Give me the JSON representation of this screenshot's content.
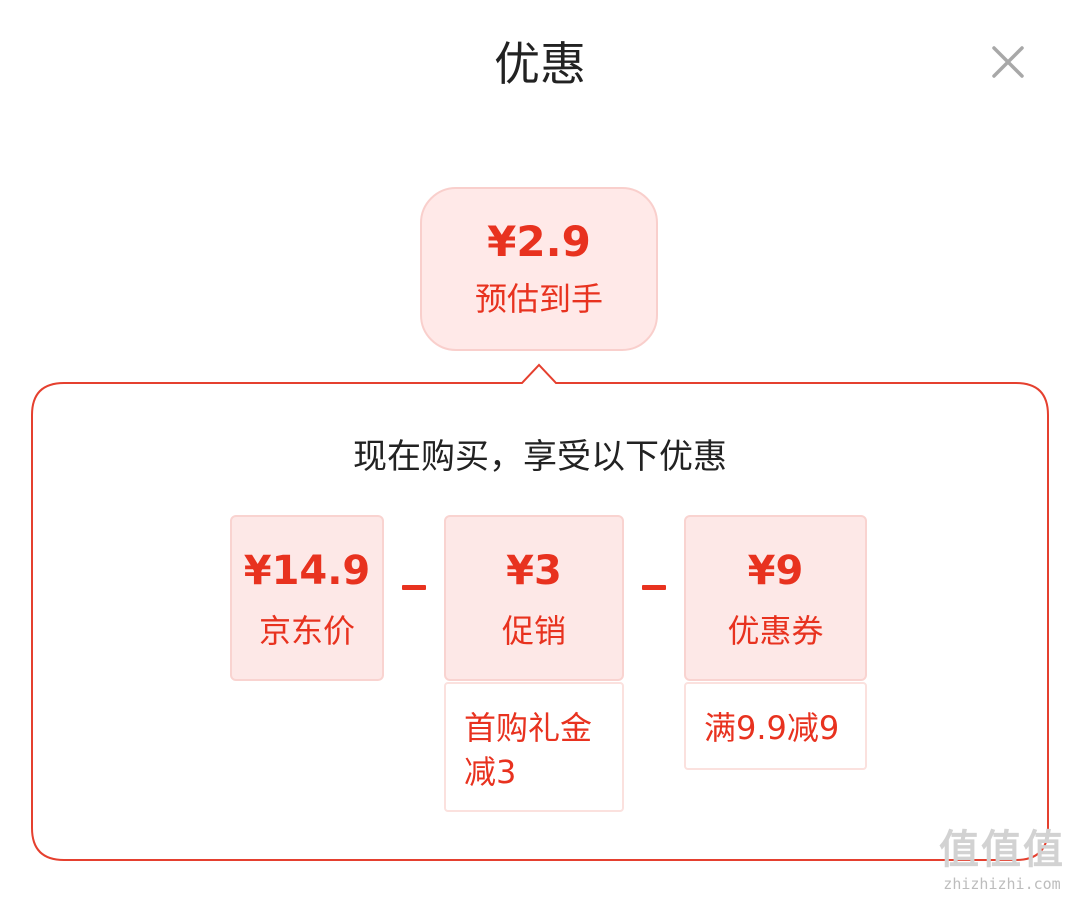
{
  "sheet": {
    "title": "优惠",
    "close_icon": "close-icon"
  },
  "estimate": {
    "price": "¥2.9",
    "label": "预估到手"
  },
  "breakdown": {
    "heading": "现在购买，享受以下优惠",
    "items": [
      {
        "amount": "¥14.9",
        "label": "京东价"
      },
      {
        "amount": "¥3",
        "label": "促销",
        "detail_line1": "首购礼金",
        "detail_line2": "减3"
      },
      {
        "amount": "¥9",
        "label": "优惠券",
        "detail_line1": "满9.9减9"
      }
    ]
  },
  "watermark": {
    "glyphs": "值值值",
    "url": "zhizhizhi.com"
  },
  "colors": {
    "accent": "#e8321f",
    "box_bg": "#fde8e7",
    "box_border": "#f9d3d0",
    "title_text": "#222222"
  }
}
